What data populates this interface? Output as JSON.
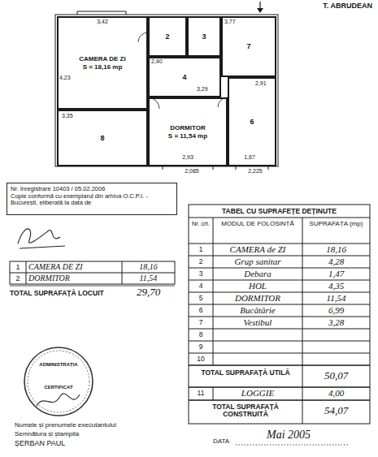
{
  "diagram": {
    "nodes": [
      {
        "text": [
          "CAMERA DE ZI",
          "S = 18,16 mp"
        ]
      },
      {
        "text": [
          "2"
        ]
      },
      {
        "text": [
          "3"
        ]
      },
      {
        "text": [
          "7"
        ]
      },
      {
        "text": [
          "4"
        ]
      },
      {
        "text": [
          "8"
        ]
      },
      {
        "text": [
          "DORMITOR",
          "S = 11,54 mp"
        ]
      },
      {
        "text": [
          "6"
        ]
      },
      {
        "text": [
          "Nr. înregistrare 10403 / 05.02.2006",
          "Copie conformă cu exemplarul din arhiva O.C.P.I. - București, eliberată la data de"
        ]
      }
    ],
    "labels": [
      "T. ABRUDEAN",
      "3,42",
      "4,23",
      "3,35",
      "2,40",
      "3,29",
      "2,93",
      "3,77",
      "2,91",
      "1,67",
      "2,085",
      "2,225",
      "1",
      "CAMERA DE ZI",
      "18,16",
      "2",
      "DORMITOR",
      "11,54",
      "TOTAL SUPRAFAȚĂ LOCUIT",
      "29,70",
      "TABEL CU SUPRAFEȚE DEȚINUTE",
      "Nr. crt.",
      "MODUL DE FOLOSINȚĂ",
      "SUPRAFAȚA (mp)",
      "1",
      "CAMERA de ZI",
      "18,16",
      "2",
      "Grup sanitar",
      "4,28",
      "3",
      "Debara",
      "1,47",
      "4",
      "HOL",
      "4,35",
      "5",
      "DORMITOR",
      "11,54",
      "6",
      "Bucătărie",
      "6,99",
      "7",
      "Vestibul",
      "3,28",
      "8",
      "9",
      "10",
      "TOTAL SUPRAFAȚĂ UTILĂ",
      "50,07",
      "11",
      "LOGGIE",
      "4,00",
      "TOTAL SUPRAFAȚĂ CONSTRUITĂ",
      "54,07",
      "ADMINISTRAȚIA",
      "CERTIFICAT",
      "Numele și prenumele executantului",
      "Semnătura și ștampila",
      "ȘERBAN PAUL",
      "DATA",
      "Mai 2005"
    ]
  }
}
